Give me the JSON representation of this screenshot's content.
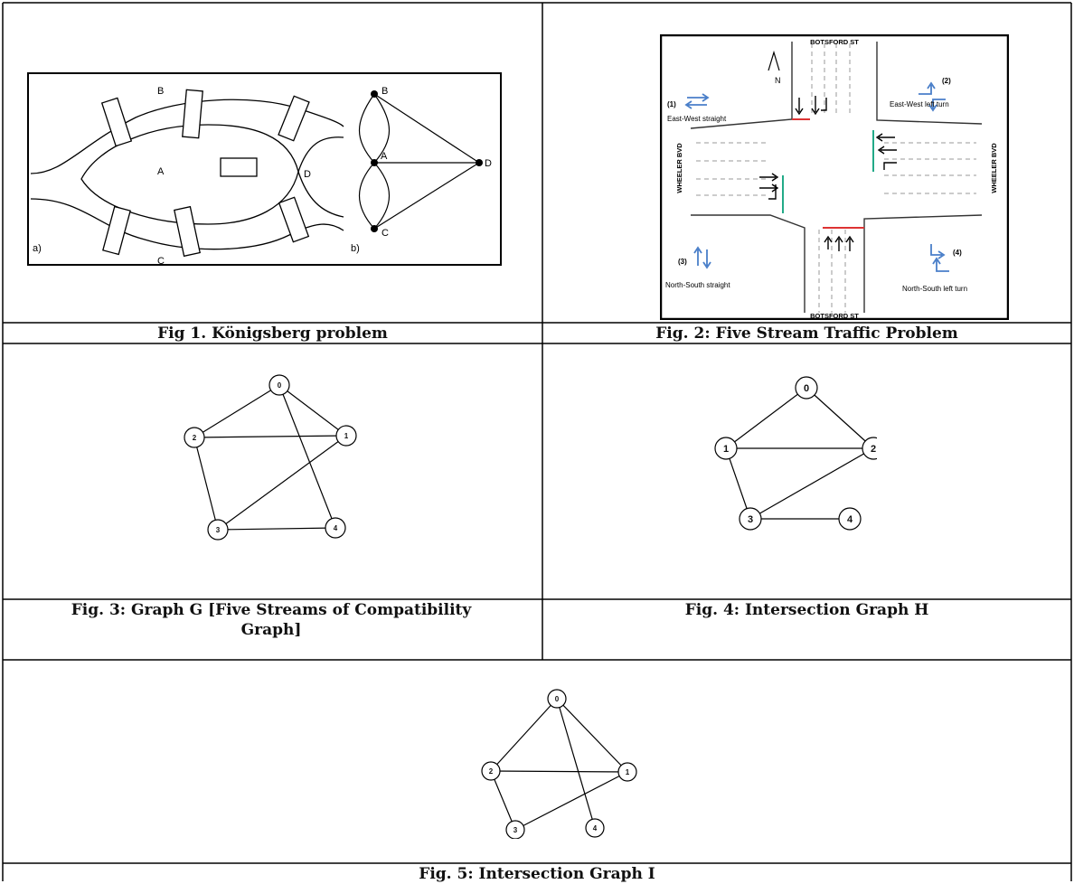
{
  "captions": {
    "fig1": "Fig 1. Königsberg problem",
    "fig2": "Fig. 2: Five Stream Traffic Problem",
    "fig3": "Fig. 3: Graph G [Five Streams of Compatibility Graph]",
    "fig4": "Fig. 4: Intersection Graph H",
    "fig5": "Fig. 5: Intersection Graph I"
  },
  "konigsberg": {
    "regions": [
      "B",
      "A",
      "C",
      "D"
    ],
    "panel_a": "a)",
    "panel_b": "b)",
    "graph_nodes": [
      "B",
      "A",
      "C",
      "D"
    ]
  },
  "traffic": {
    "street_top": "BOTSFORD ST",
    "street_bottom": "BOTSFORD ST",
    "street_left": "WHEELER BVD",
    "street_right": "WHEELER BVD",
    "north": "N",
    "streams": [
      {
        "num": "(1)",
        "label": "East-West straight"
      },
      {
        "num": "(2)",
        "label": "East-West left turn"
      },
      {
        "num": "(3)",
        "label": "North-South straight"
      },
      {
        "num": "(4)",
        "label": "North-South left turn"
      }
    ]
  },
  "graphs": {
    "G": {
      "nodes": [
        "0",
        "1",
        "2",
        "3",
        "4"
      ],
      "edges": [
        [
          "0",
          "2"
        ],
        [
          "0",
          "1"
        ],
        [
          "0",
          "4"
        ],
        [
          "2",
          "1"
        ],
        [
          "2",
          "3"
        ],
        [
          "1",
          "3"
        ],
        [
          "3",
          "4"
        ]
      ]
    },
    "H": {
      "nodes": [
        "0",
        "1",
        "2",
        "3",
        "4"
      ],
      "edges": [
        [
          "0",
          "1"
        ],
        [
          "0",
          "2"
        ],
        [
          "1",
          "2"
        ],
        [
          "1",
          "3"
        ],
        [
          "2",
          "3"
        ],
        [
          "3",
          "4"
        ]
      ]
    },
    "I": {
      "nodes": [
        "0",
        "1",
        "2",
        "3",
        "4"
      ],
      "edges": [
        [
          "0",
          "2"
        ],
        [
          "0",
          "1"
        ],
        [
          "0",
          "4"
        ],
        [
          "2",
          "1"
        ],
        [
          "2",
          "3"
        ],
        [
          "1",
          "3"
        ]
      ]
    }
  }
}
